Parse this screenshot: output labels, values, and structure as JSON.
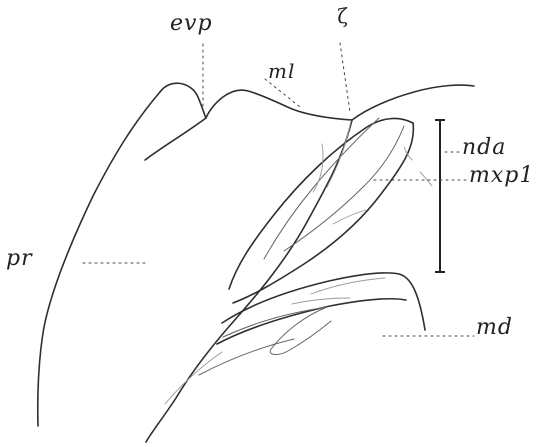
{
  "labels": {
    "evp": "evp",
    "ml": "ml",
    "zeta": "ζ",
    "nda": "nda",
    "mxp1": "mxp1",
    "pr": "pr",
    "md": "md"
  }
}
